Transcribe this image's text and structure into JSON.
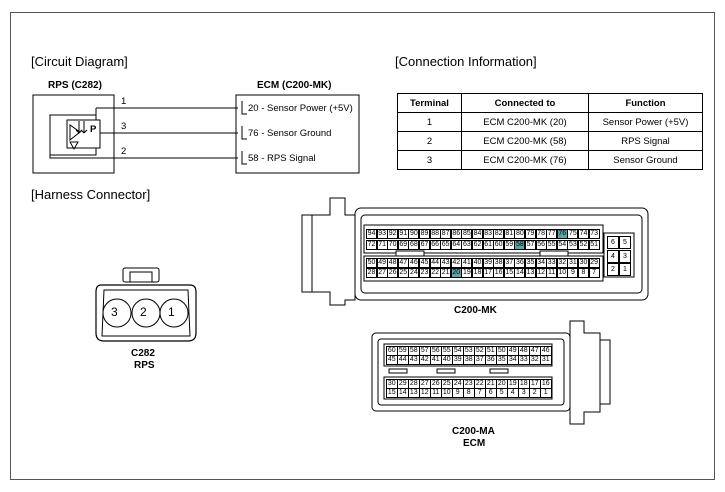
{
  "sections": {
    "circuit_title": "[Circuit Diagram]",
    "connection_title": "[Connection Information]",
    "harness_title": "[Harness Connector]"
  },
  "circuit": {
    "left_component": "RPS (C282)",
    "right_component": "ECM (C200-MK)",
    "sensor_symbol": "P",
    "wires": [
      {
        "pin": "1",
        "label": "20 - Sensor Power (+5V)"
      },
      {
        "pin": "3",
        "label": "76 - Sensor Ground"
      },
      {
        "pin": "2",
        "label": "58 - RPS Signal"
      }
    ]
  },
  "connection_table": {
    "headers": [
      "Terminal",
      "Connected to",
      "Function"
    ],
    "rows": [
      [
        "1",
        "ECM C200-MK (20)",
        "Sensor Power (+5V)"
      ],
      [
        "2",
        "ECM C200-MK (58)",
        "RPS Signal"
      ],
      [
        "3",
        "ECM C200-MK (76)",
        "Sensor Ground"
      ]
    ]
  },
  "c282": {
    "pins": [
      "3",
      "2",
      "1"
    ],
    "label_line1": "C282",
    "label_line2": "RPS"
  },
  "c200mk": {
    "label": "C200-MK",
    "highlight_color": "#5aa7a7",
    "rows": [
      {
        "cells": [
          "94",
          "93",
          "92",
          "91",
          "90",
          "89",
          "88",
          "87",
          "86",
          "85",
          "84",
          "83",
          "82",
          "81",
          "80",
          "79",
          "78",
          "77",
          "76",
          "75",
          "74",
          "73"
        ],
        "highlight": [
          "76"
        ]
      },
      {
        "cells": [
          "72",
          "71",
          "70",
          "69",
          "68",
          "67",
          "66",
          "65",
          "64",
          "63",
          "62",
          "61",
          "60",
          "59",
          "58",
          "57",
          "56",
          "55",
          "54",
          "53",
          "52",
          "51"
        ],
        "highlight": [
          "58"
        ]
      },
      {
        "cells": [
          "50",
          "49",
          "48",
          "47",
          "46",
          "45",
          "44",
          "43",
          "42",
          "41",
          "40",
          "39",
          "38",
          "37",
          "36",
          "35",
          "34",
          "33",
          "32",
          "31",
          "30",
          "29"
        ],
        "highlight": []
      },
      {
        "cells": [
          "28",
          "27",
          "26",
          "25",
          "24",
          "23",
          "22",
          "21",
          "20",
          "19",
          "18",
          "17",
          "16",
          "15",
          "14",
          "13",
          "12",
          "11",
          "10",
          "9",
          "8",
          "7"
        ],
        "highlight": [
          "20"
        ]
      }
    ],
    "side_block": [
      [
        "6",
        "5"
      ],
      [
        "4",
        "3"
      ],
      [
        "2",
        "1"
      ]
    ]
  },
  "c200ma": {
    "label_line1": "C200-MA",
    "label_line2": "ECM",
    "rows": [
      [
        "60",
        "59",
        "58",
        "57",
        "56",
        "55",
        "54",
        "53",
        "52",
        "51",
        "50",
        "49",
        "48",
        "47",
        "46"
      ],
      [
        "45",
        "44",
        "43",
        "42",
        "41",
        "40",
        "39",
        "38",
        "37",
        "36",
        "35",
        "34",
        "33",
        "32",
        "31"
      ],
      [
        "30",
        "29",
        "28",
        "27",
        "26",
        "25",
        "24",
        "23",
        "22",
        "21",
        "20",
        "19",
        "18",
        "17",
        "16"
      ],
      [
        "15",
        "14",
        "13",
        "12",
        "11",
        "10",
        "9",
        "8",
        "7",
        "6",
        "5",
        "4",
        "3",
        "2",
        "1"
      ]
    ]
  }
}
